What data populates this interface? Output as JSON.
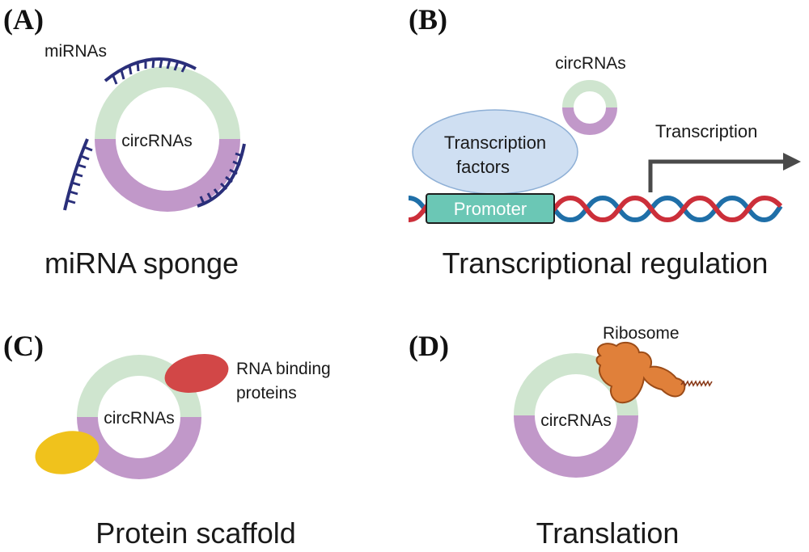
{
  "panels": {
    "a": {
      "letter": "(A)",
      "mirna_label": "miRNAs",
      "circ_label": "circRNAs",
      "caption": "miRNA sponge"
    },
    "b": {
      "letter": "(B)",
      "circ_label": "circRNAs",
      "tf_line1": "Transcription",
      "tf_line2": "factors",
      "promoter_label": "Promoter",
      "transcription_label": "Transcription",
      "caption": "Transcriptional regulation"
    },
    "c": {
      "letter": "(C)",
      "circ_label": "circRNAs",
      "rbp_line1": "RNA binding",
      "rbp_line2": "proteins",
      "caption": "Protein scaffold"
    },
    "d": {
      "letter": "(D)",
      "ribosome_label": "Ribosome",
      "circ_label": "circRNAs",
      "caption": "Translation"
    }
  },
  "colors": {
    "circ_top": "#cfe5cf",
    "circ_bottom": "#c198c9",
    "mirna": "#2a2f7a",
    "tf_fill": "#cfdff2",
    "tf_stroke": "#8fb0d6",
    "promoter_fill": "#6bc7b5",
    "promoter_stroke": "#1e1e1e",
    "dna_red": "#cc2f3a",
    "dna_blue": "#1f6fa8",
    "arrow": "#4a4a4a",
    "rbp_red": "#d24747",
    "rbp_yellow": "#f0c21c",
    "ribosome": "#e0803a",
    "ribosome_stroke": "#9c4c18",
    "mrna_tail": "#8a3b1a"
  }
}
